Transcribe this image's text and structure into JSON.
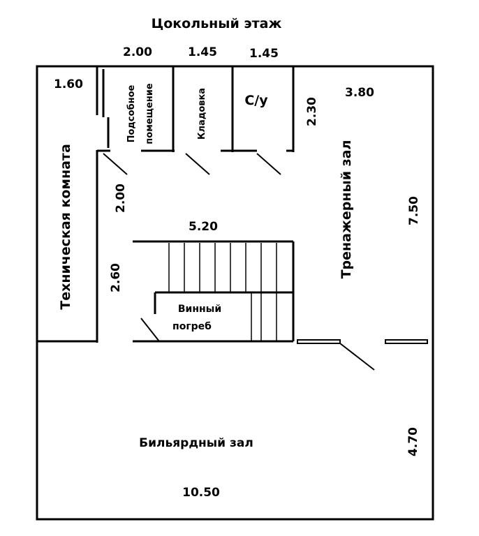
{
  "title": "Цокольный этаж",
  "rooms": {
    "technical": "Техническая комната",
    "utility": "Подсобное помещение",
    "utility_line1": "Подсобное",
    "utility_line2": "помещение",
    "storage": "Кладовка",
    "wc": "С/у",
    "gym": "Тренажерный зал",
    "wine_line1": "Винный",
    "wine_line2": "погреб",
    "billiard": "Бильярдный зал"
  },
  "dimensions": {
    "top_2_00": "2.00",
    "top_1_45_a": "1.45",
    "top_1_45_b": "1.45",
    "tech_1_60": "1.60",
    "gym_3_80": "3.80",
    "wc_2_30": "2.30",
    "corridor_2_00": "2.00",
    "stairs_5_20": "5.20",
    "corridor_2_60": "2.60",
    "gym_7_50": "7.50",
    "billiard_4_70": "4.70",
    "billiard_10_50": "10.50"
  },
  "colors": {
    "wall": "#000000",
    "background": "#ffffff"
  }
}
